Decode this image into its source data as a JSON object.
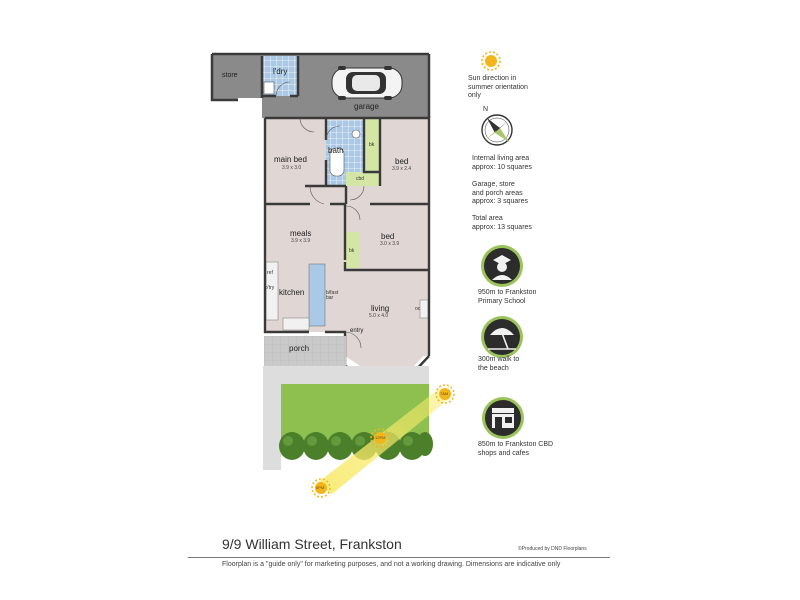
{
  "rooms": {
    "store": "store",
    "ldry": "l'dry",
    "garage": "garage",
    "bath": "bath",
    "bk": "bk",
    "main_bed": {
      "name": "main bed",
      "dim": "3.9 x 3.0"
    },
    "bed1": {
      "name": "bed",
      "dim": "3.9 x 2.4"
    },
    "cbd": "cbd",
    "meals": {
      "name": "meals",
      "dim": "3.9 x 3.9"
    },
    "bed2": {
      "name": "bed",
      "dim": "3.0 x 3.9"
    },
    "bk2": "bk",
    "ref": "ref",
    "pantry": "p'try",
    "kitchen": "kitchen",
    "bfast_bar": "b/fast\nbar",
    "living": {
      "name": "living",
      "dim": "5.0 x 4.0"
    },
    "oc": "oc",
    "entry": "entry",
    "porch": "porch"
  },
  "sun_labels": {
    "am": "7AM",
    "noon": "12PM",
    "pm": "6PM"
  },
  "info": {
    "sun_note": "Sun direction in\nsummer orientation\nonly",
    "compass": "N",
    "internal_area": "Internal living area\napprox: 10 squares",
    "garage_area": "Garage, store\nand porch areas\napprox: 3 squares",
    "total_area": "Total area\napprox: 13 squares",
    "school": "950m to Frankston\nPrimary School",
    "beach": "300m walk to\nthe beach",
    "shops": "850m to Frankston CBD\nshops and cafes"
  },
  "footer": {
    "title": "9/9 William Street, Frankston",
    "credit": "©Produced by DND Floorplans",
    "disclaimer": "Floorplan is a  \"guide only\" for marketing purposes, and not a working drawing.  Dimensions are indicative only"
  },
  "colors": {
    "wall": "#3a3a3a",
    "room_fill": "#e0d6d3",
    "garage_fill": "#8a8a8a",
    "tile": "#a9c9e6",
    "lawn": "#8ec050",
    "paving": "#c9c9c9",
    "bench": "#d3e6a6",
    "sun": "#f2b51b"
  }
}
